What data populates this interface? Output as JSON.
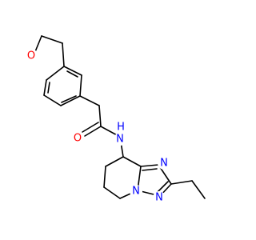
{
  "colors": {
    "background": "#ffffff",
    "bond": "#000000",
    "oxygen": "#ff0000",
    "nitrogen": "#0000ff"
  },
  "atoms": {
    "o_furan": "O",
    "o_carbonyl": "O",
    "n_amide": "N",
    "h_amide": "H",
    "n_triazole_upper": "N",
    "n_bridge": "N",
    "n_triazole_lower": "N"
  }
}
